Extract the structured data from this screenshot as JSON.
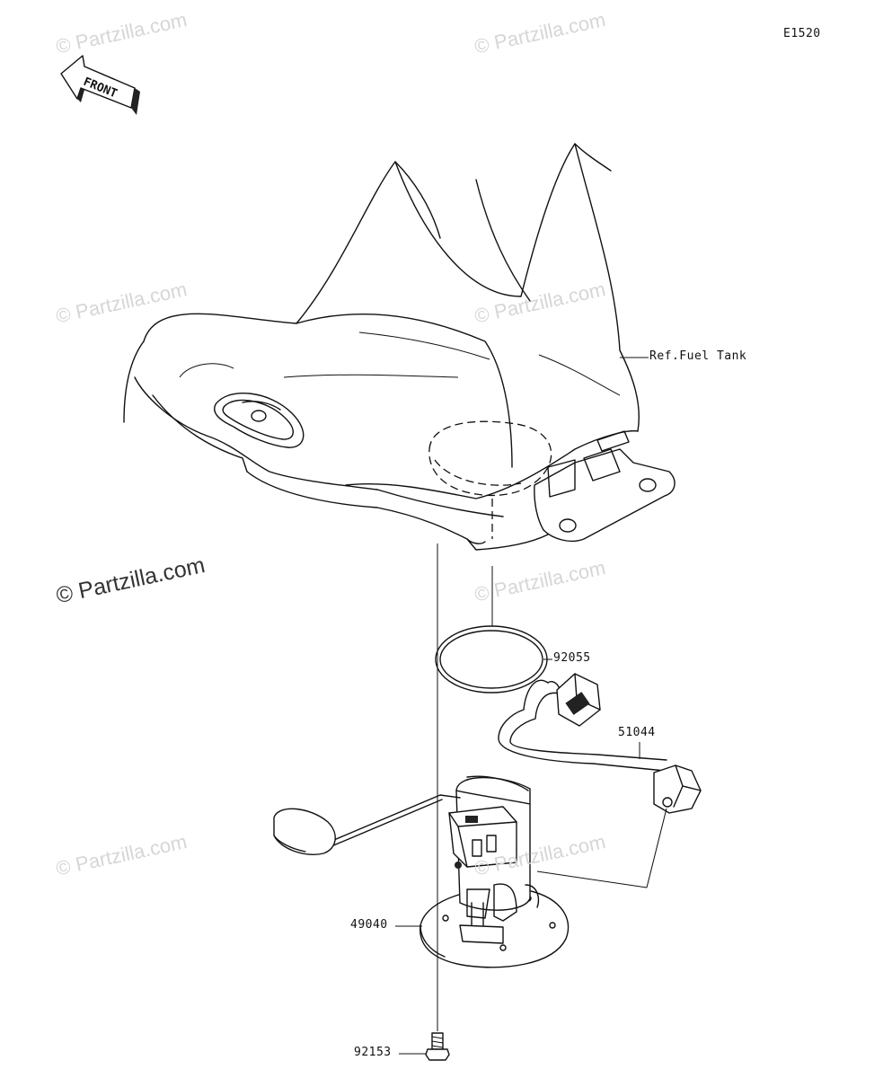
{
  "diagram_code": "E1520",
  "front_arrow_text": "FRONT",
  "watermarks": [
    "© Partzilla.com",
    "© Partzilla.com",
    "© Partzilla.com",
    "© Partzilla.com",
    "© Partzilla.com",
    "© Partzilla.com",
    "© Partzilla.com",
    "© Partzilla.com"
  ],
  "parts": {
    "fuel_tank_ref": "Ref.Fuel Tank",
    "o_ring": "92055",
    "hose": "51044",
    "fuel_pump": "49040",
    "bolt": "92153"
  }
}
